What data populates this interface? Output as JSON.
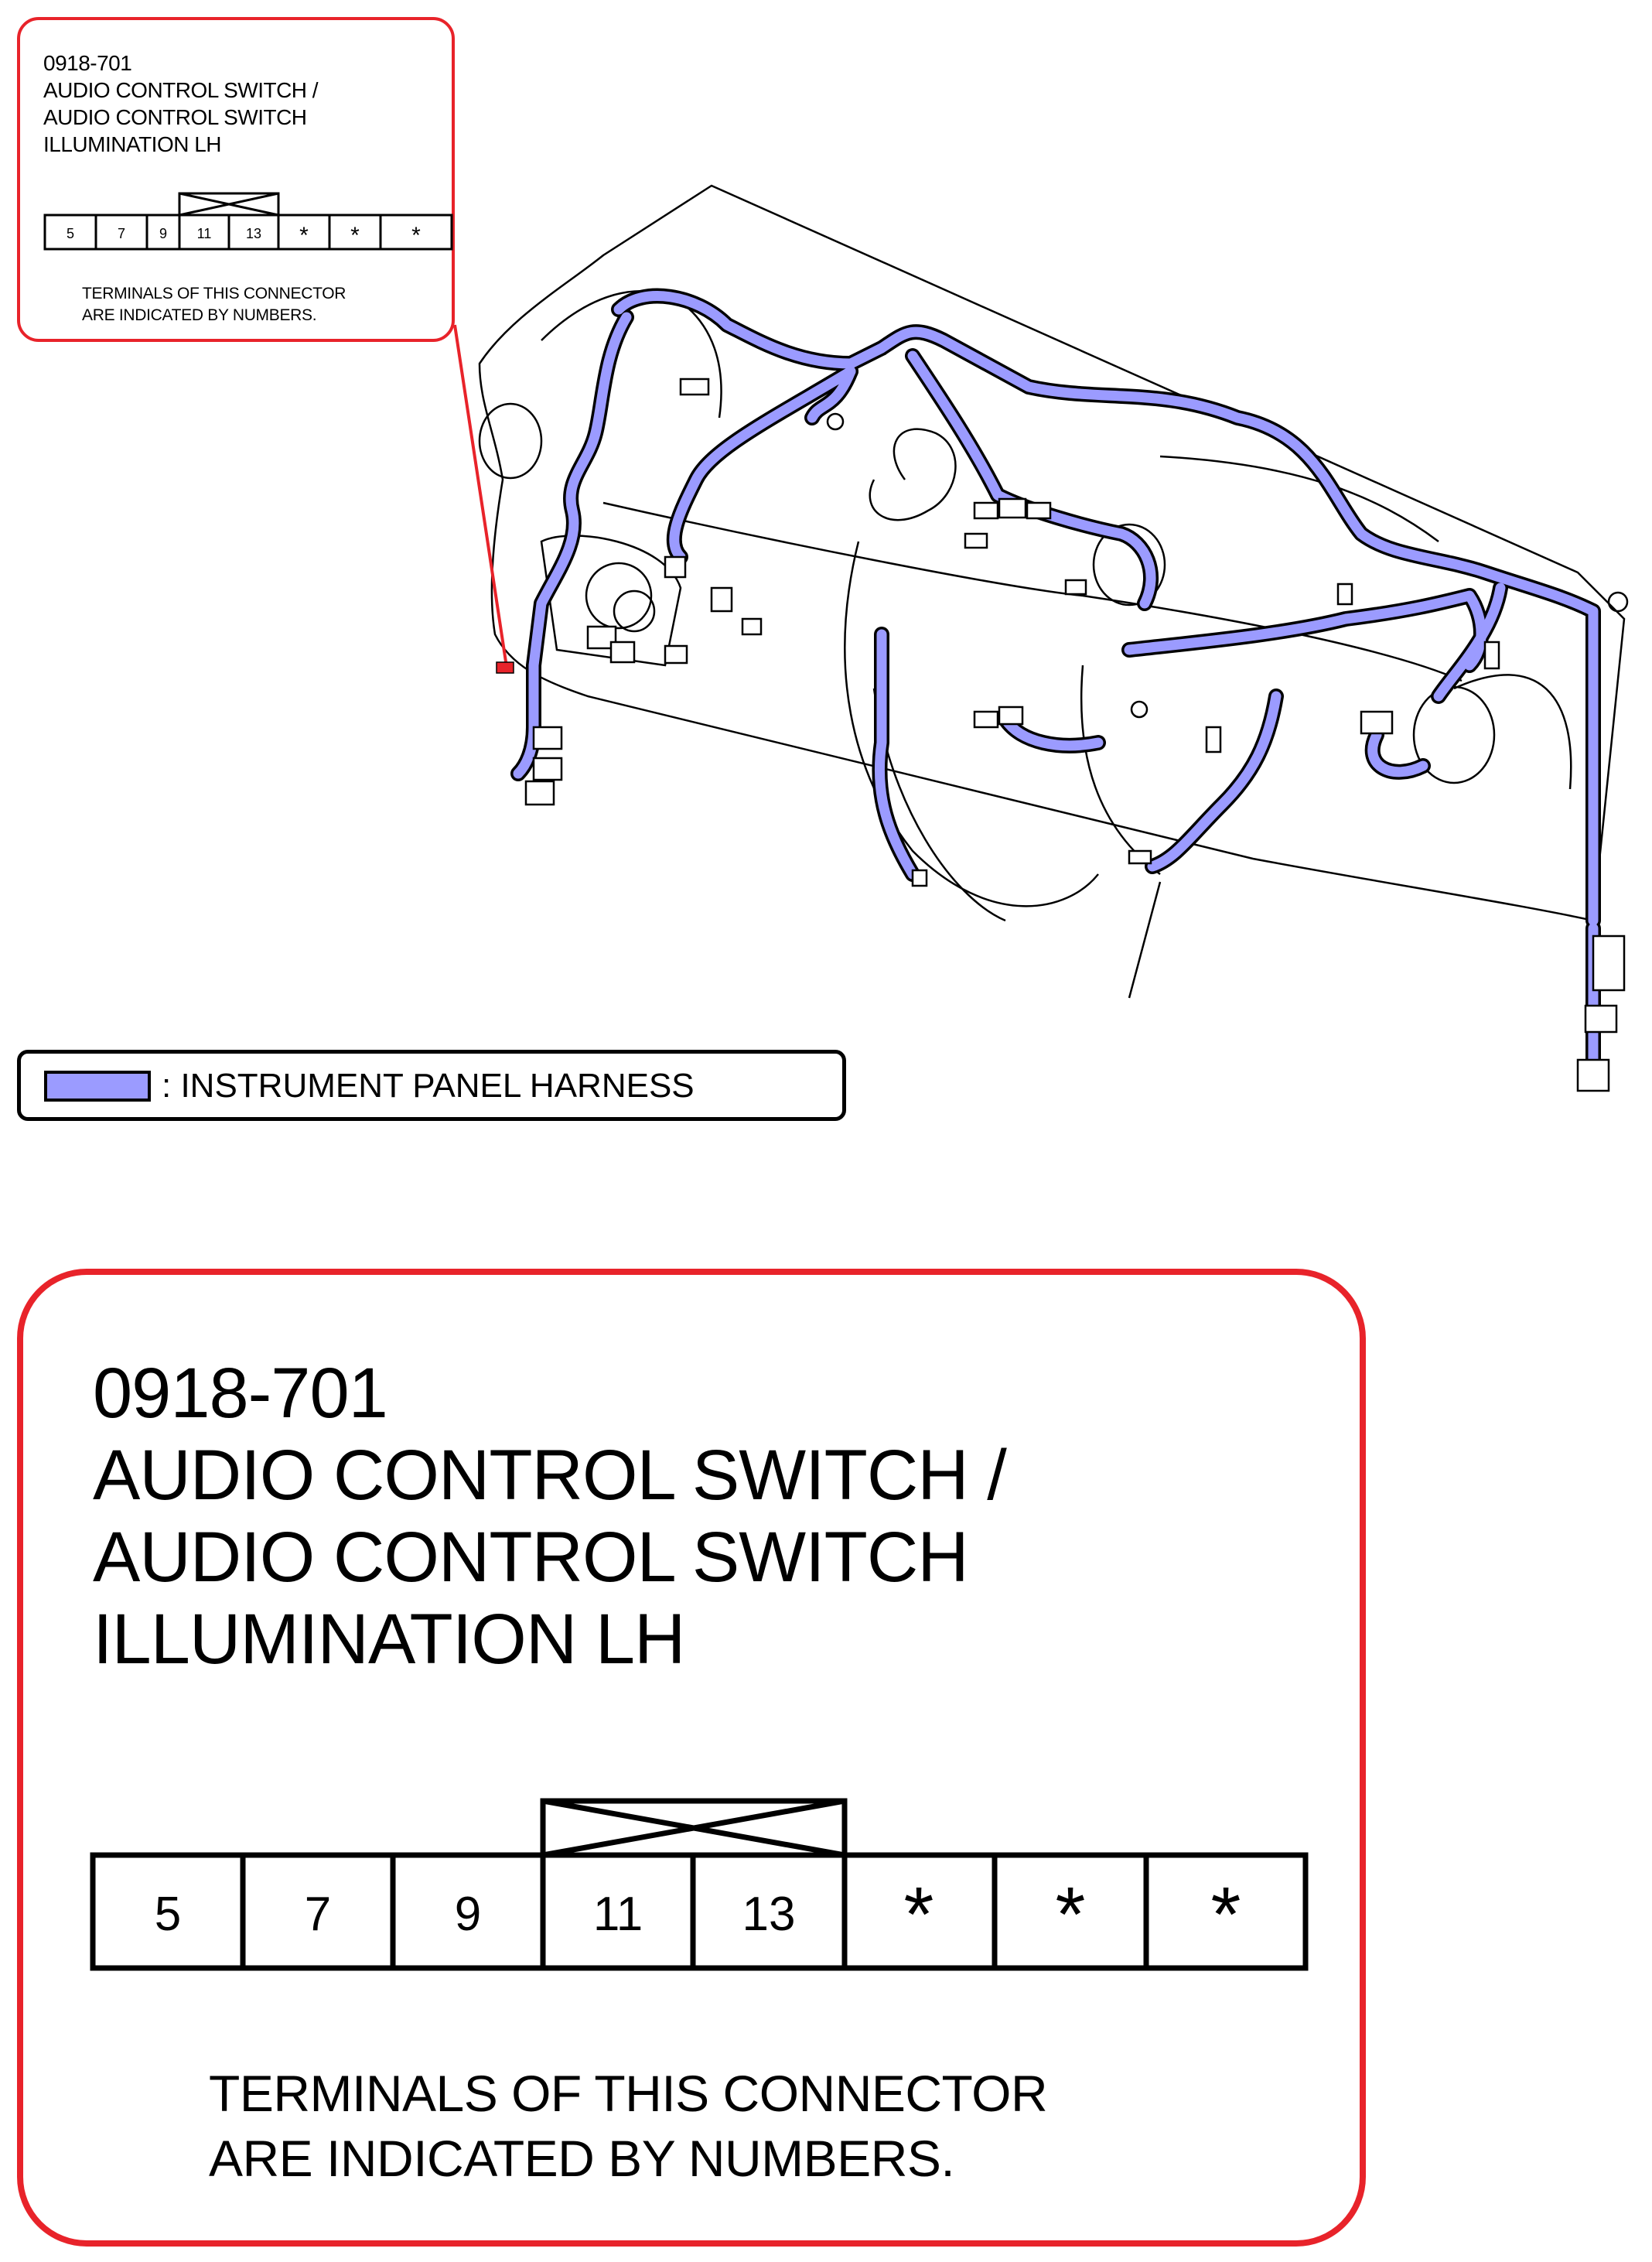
{
  "connector": {
    "code": "0918-701",
    "title_lines": [
      "AUDIO CONTROL SWITCH /",
      "AUDIO CONTROL SWITCH",
      "ILLUMINATION LH"
    ],
    "terminals": [
      "5",
      "7",
      "9",
      "11",
      "13",
      "*",
      "*",
      "*"
    ],
    "note_lines": [
      "TERMINALS OF THIS CONNECTOR",
      "ARE INDICATED BY NUMBERS."
    ]
  },
  "legend": {
    "label": ": INSTRUMENT PANEL HARNESS",
    "swatch_color": "#9b9bff"
  },
  "colors": {
    "callout_border": "#e8232a",
    "harness_fill": "#9b9bff",
    "line": "#000000"
  }
}
